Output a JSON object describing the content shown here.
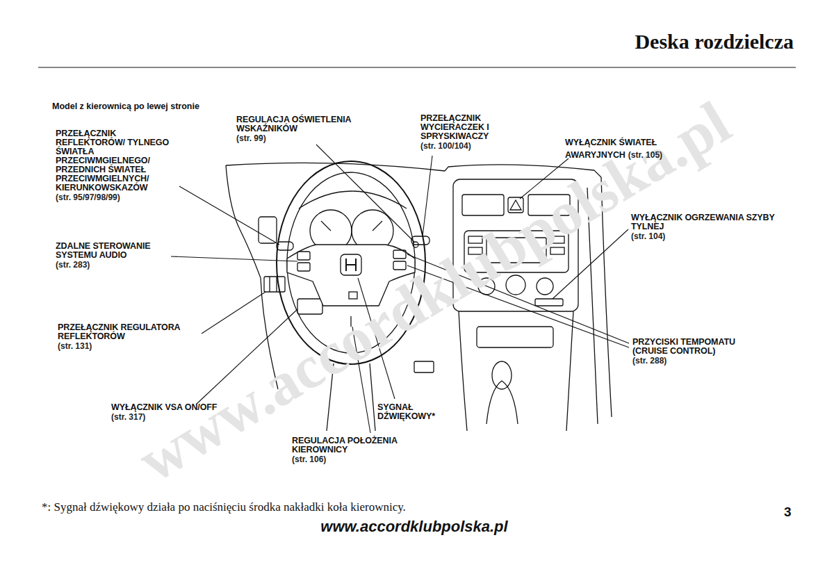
{
  "diagram": {
    "title": "Deska rozdzielcza",
    "labels": [
      "Model z kierownicą po lewej stronie",
      "PRZEŁĄCZNIK REFLEKTORÓW/ TYLNEGO ŚWIATŁA PRZECIWMGIELNEGO/ PRZEDNICH ŚWIATEŁ PRZECIWMGIELNYCH/ KIERUNKOWSKAZÓW",
      "(str. 95/97/98/99)",
      "REGULACJA OŚWIETLENIA WSKAŹNIKÓW",
      "(str. 99)",
      "PRZEŁĄCZNIK WYCIERACZEK I SPRYSKIWACZY",
      "(str. 100/104)",
      "WYŁĄCZNIK ŚWIATEŁ AWARYJNYCH",
      "(str. 105)",
      "WYŁĄCZNIK OGRZEWANIA SZYBY TYLNEJ",
      "(str. 104)",
      "ZDALNE STEROWANIE SYSTEMU AUDIO",
      "(str. 283)",
      "PRZEŁĄCZNIK REGULATORA REFLEKTORÓW",
      "(str. 131)",
      "PRZYCISKI TEMPOMATU (CRUISE CONTROL)",
      "(str. 288)",
      "WYŁĄCZNIK VSA ON/OFF",
      "(str. 317)",
      "SYGNAŁ DŹWIĘKOWY*",
      "REGULACJA POŁOŻENIA KIEROWNICY",
      "(str. 106)",
      "*: Sygnał dźwiękowy działa po naciśnięciu środka nakładki koła kierownicy.",
      "3",
      "www.accordklubpolska.pl",
      "www.accordklubpolska.pl"
    ]
  }
}
